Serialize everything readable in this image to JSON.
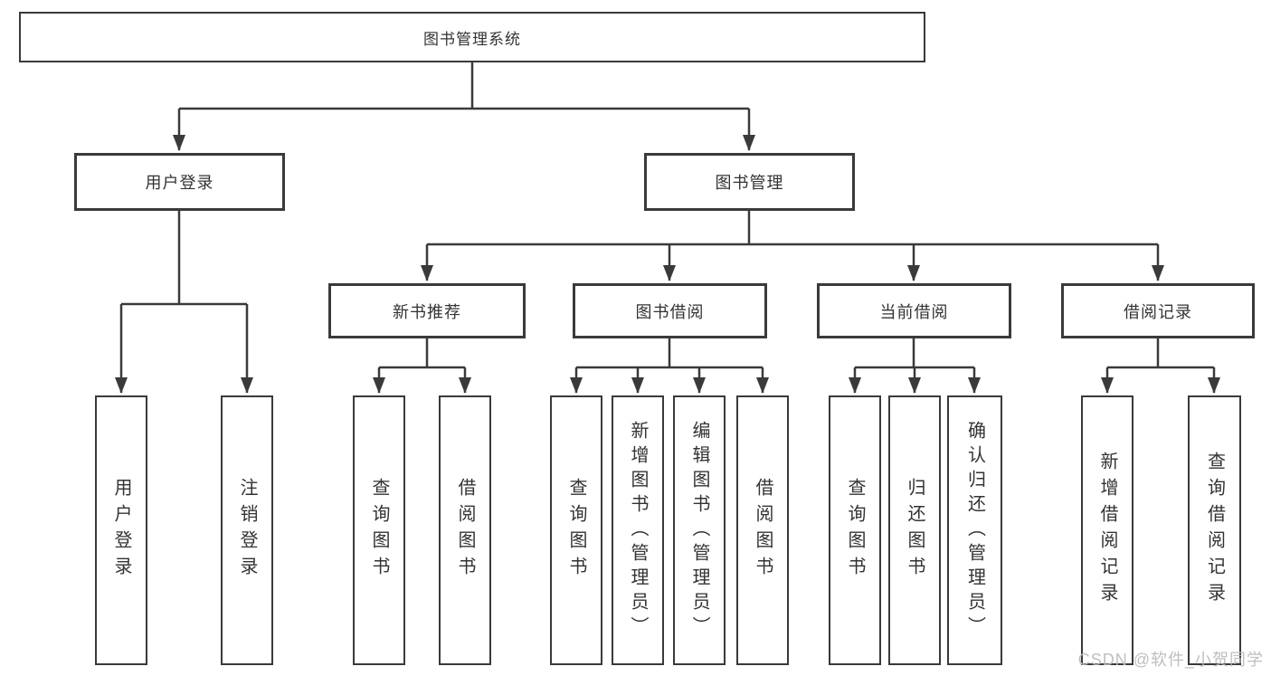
{
  "tree": {
    "root": {
      "label": "图书管理系统"
    },
    "branches": [
      {
        "label": "用户登录",
        "children": [
          {
            "label": "用户登录"
          },
          {
            "label": "注销登录"
          }
        ]
      },
      {
        "label": "图书管理",
        "children": [
          {
            "label": "新书推荐",
            "children": [
              {
                "label": "查询图书"
              },
              {
                "label": "借阅图书"
              }
            ]
          },
          {
            "label": "图书借阅",
            "children": [
              {
                "label": "查询图书"
              },
              {
                "label": "新增图书（管理员）"
              },
              {
                "label": "编辑图书（管理员）"
              },
              {
                "label": "借阅图书"
              }
            ]
          },
          {
            "label": "当前借阅",
            "children": [
              {
                "label": "查询图书"
              },
              {
                "label": "归还图书"
              },
              {
                "label": "确认归还（管理员）"
              }
            ]
          },
          {
            "label": "借阅记录",
            "children": [
              {
                "label": "新增借阅记录"
              },
              {
                "label": "查询借阅记录"
              }
            ]
          }
        ]
      }
    ]
  },
  "watermark": {
    "text": "CSDN @软件_小贺同学"
  },
  "colors": {
    "line": "#3a3a3a",
    "box_border": "#3a3a3a",
    "text": "#333333",
    "watermark": "#b9b9b9",
    "background": "#ffffff"
  }
}
